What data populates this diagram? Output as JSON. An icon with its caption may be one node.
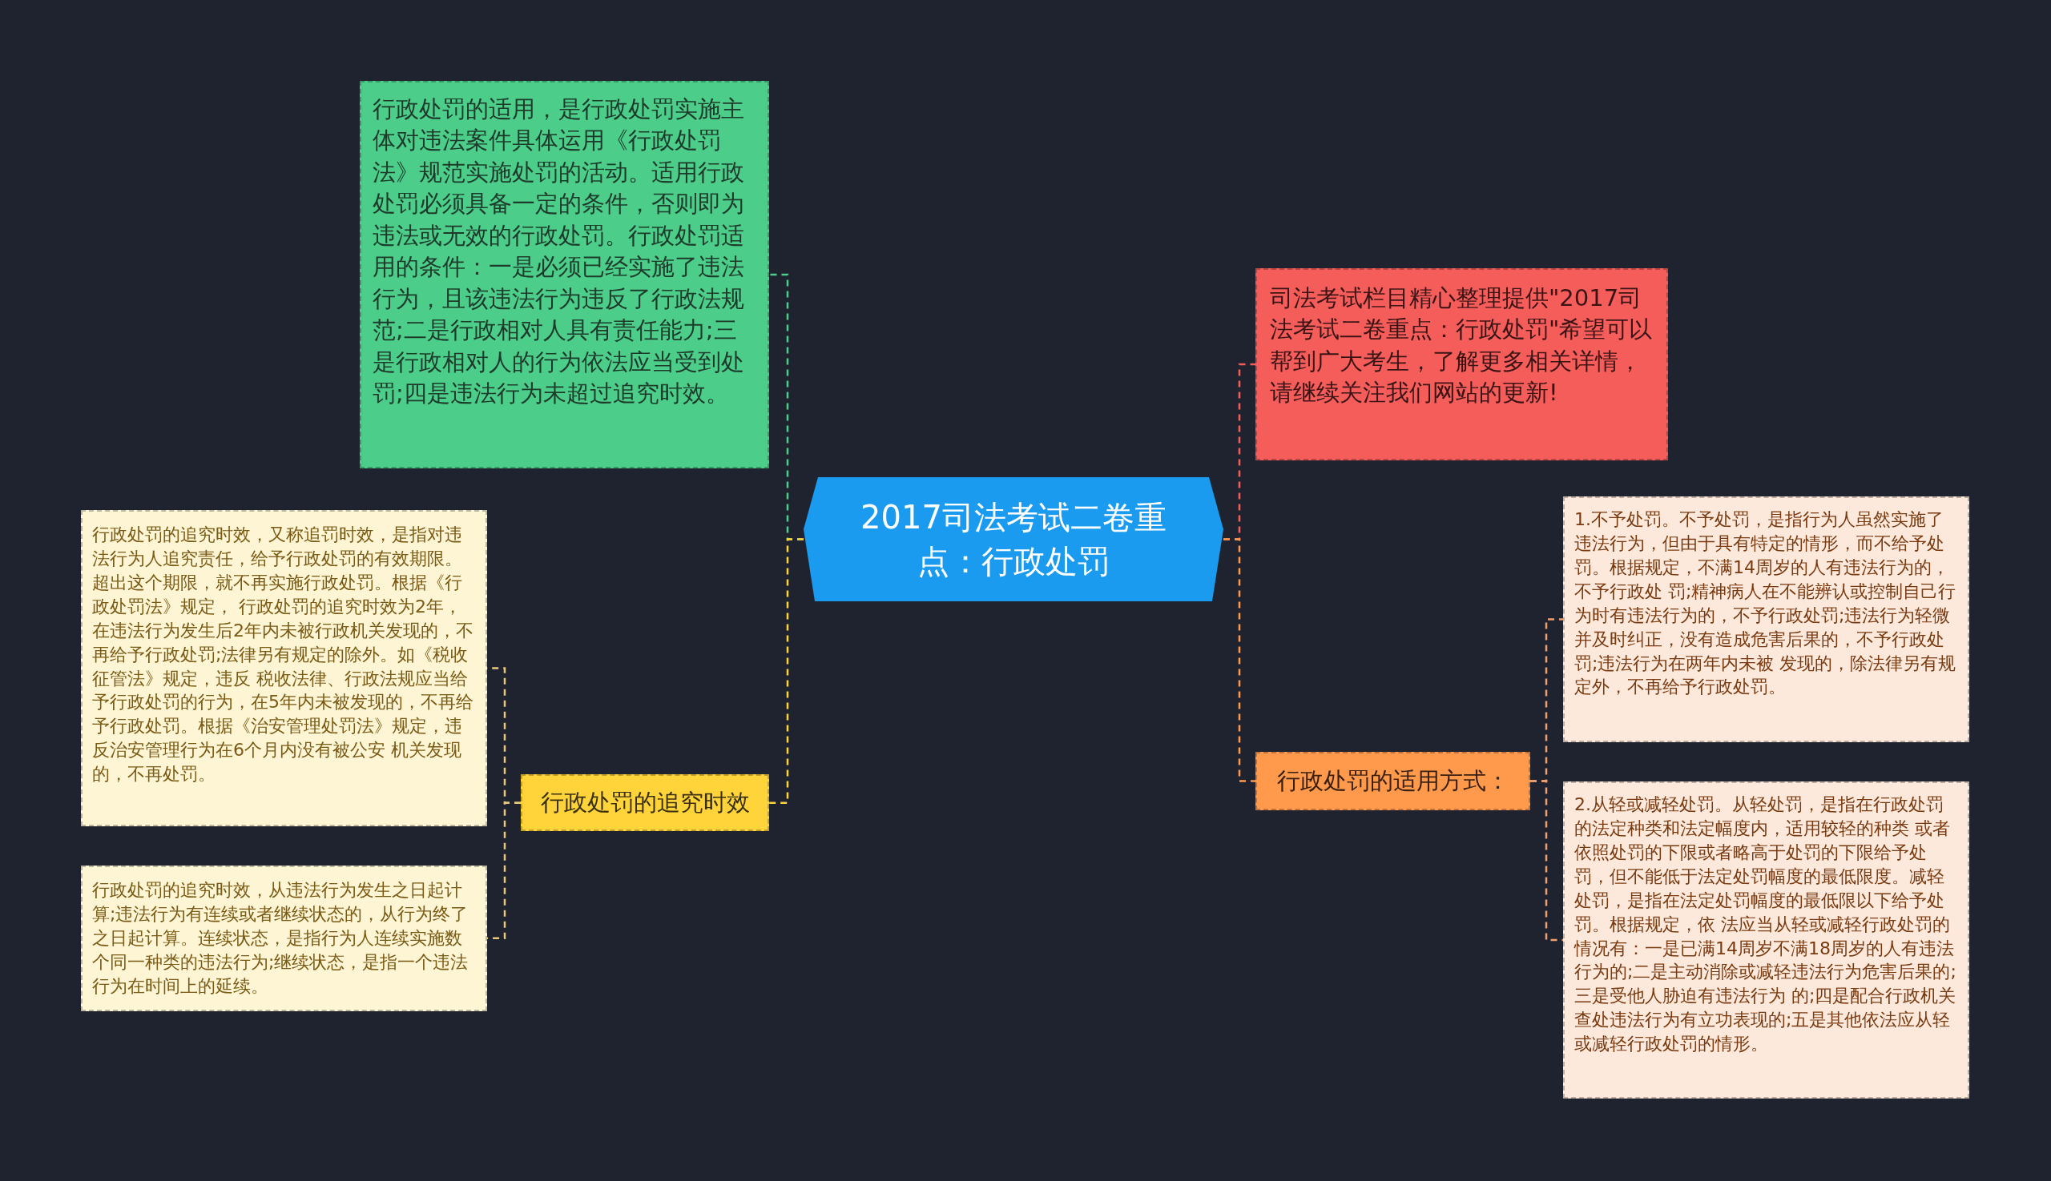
{
  "diagram": {
    "nodes": [
      {
        "text": [
          "2017司法考试二卷重点：行政处罚"
        ]
      },
      {
        "text": [
          "行政处罚的适用，是行政处罚实施主体对违法案件具体运用《行政处罚法》规范实施处罚的活动。适用行政处罚必须具备一定的条件，否则即为违法或无效的行政处罚。行政处罚适用的条件：一是必须已经实施了违法行为，且该违法行为违反了行政法规范;二是行政相对人具有责任能力;三是行政相对人的行为依法应当受到处罚;四是违法行为未超过追究时效。"
        ]
      },
      {
        "text": [
          "行政处罚的追究时效"
        ]
      },
      {
        "text": [
          "行政处罚的追究时效，又称追罚时效，是指对违法行为人追究责任，给予行政处罚的有效期限。超出这个期限，就不再实施行政处罚。根据《行政处罚法》规定， 行政处罚的追究时效为2年，在违法行为发生后2年内未被行政机关发现的，不再给予行政处罚;法律另有规定的除外。如《税收征管法》规定，违反 税收法律、行政法规应当给予行政处罚的行为，在5年内未被发现的，不再给予行政处罚。根据《治安管理处罚法》规定，违反治安管理行为在6个月内没有被公安 机关发现的，不再处罚。"
        ]
      },
      {
        "text": [
          "行政处罚的追究时效，从违法行为发生之日起计算;违法行为有连续或者继续状态的，从行为终了之日起计算。连续状态，是指行为人连续实施数个同一种类的违法行为;继续状态，是指一个违法行为在时间上的延续。"
        ]
      },
      {
        "text": [
          "司法考试栏目精心整理提供\"2017司法考试二卷重点：行政处罚\"希望可以帮到广大考生，了解更多相关详情，请继续关注我们网站的更新!"
        ]
      },
      {
        "text": [
          "行政处罚的适用方式："
        ]
      },
      {
        "text": [
          "1.不予处罚。不予处罚，是指行为人虽然实施了违法行为，但由于具有特定的情形，而不给予处罚。根据规定，不满14周岁的人有违法行为的，不予行政处 罚;精神病人在不能辨认或控制自己行为时有违法行为的，不予行政处罚;违法行为轻微并及时纠正，没有造成危害后果的，不予行政处罚;违法行为在两年内未被 发现的，除法律另有规定外，不再给予行政处罚。"
        ]
      },
      {
        "text": [
          "2.从轻或减轻处罚。从轻处罚，是指在行政处罚的法定种类和法定幅度内，适用较轻的种类 或者依照处罚的下限或者略高于处罚的下限给予处罚，但不能低于法定处罚幅度的最低限度。减轻处罚，是指在法定处罚幅度的最低限以下给予处罚。根据规定，依 法应当从轻或减轻行政处罚的情况有：一是已满14周岁不满18周岁的人有违法行为的;二是主动消除或减轻违法行为危害后果的;三是受他人胁迫有违法行为 的;四是配合行政机关查处违法行为有立功表现的;五是其他依法应从轻或减轻行政处罚的情形。"
        ]
      }
    ],
    "edges": [
      {
        "from": 0,
        "to": 1,
        "arrow": "none",
        "style": "dashed",
        "color": "#4ccd8a"
      },
      {
        "from": 0,
        "to": 2,
        "arrow": "none",
        "style": "dashed",
        "color": "#ffd43b"
      },
      {
        "from": 2,
        "to": 3,
        "arrow": "none",
        "style": "dashed",
        "color": "#e8c87a"
      },
      {
        "from": 2,
        "to": 4,
        "arrow": "none",
        "style": "dashed",
        "color": "#e8c87a"
      },
      {
        "from": 0,
        "to": 5,
        "arrow": "none",
        "style": "dashed",
        "color": "#f55d5b"
      },
      {
        "from": 0,
        "to": 6,
        "arrow": "none",
        "style": "dashed",
        "color": "#ff9a4d"
      },
      {
        "from": 6,
        "to": 7,
        "arrow": "none",
        "style": "dashed",
        "color": "#f0a070"
      },
      {
        "from": 6,
        "to": 8,
        "arrow": "none",
        "style": "dashed",
        "color": "#f0a070"
      }
    ]
  }
}
